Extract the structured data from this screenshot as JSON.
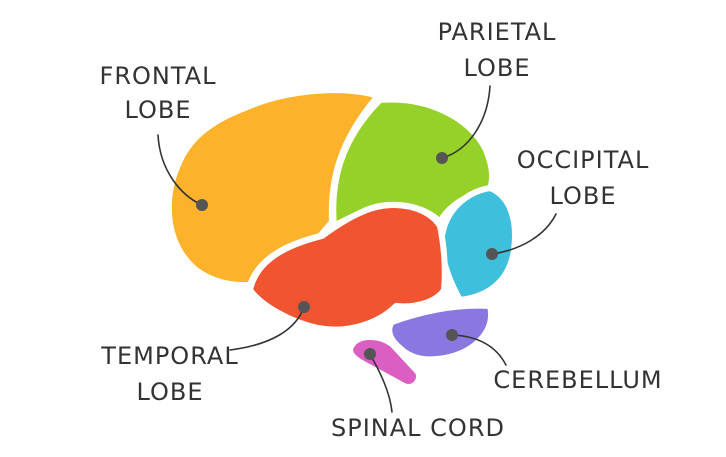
{
  "regions": {
    "frontal": {
      "line1": "FRONTAL",
      "line2": "LOBE",
      "color": "#fdb22b"
    },
    "parietal": {
      "line1": "PARIETAL",
      "line2": "LOBE",
      "color": "#96d12a"
    },
    "occipital": {
      "line1": "OCCIPITAL",
      "line2": "LOBE",
      "color": "#3ec0dc"
    },
    "temporal": {
      "line1": "TEMPORAL",
      "line2": "LOBE",
      "color": "#f15431"
    },
    "cerebellum": {
      "line1": "CEREBELLUM",
      "color": "#8a78e0"
    },
    "spinal": {
      "line1": "SPINAL CORD",
      "color": "#db5fc3"
    }
  },
  "colors": {
    "text": "#333333",
    "dot": "#555555",
    "background": "#ffffff"
  }
}
